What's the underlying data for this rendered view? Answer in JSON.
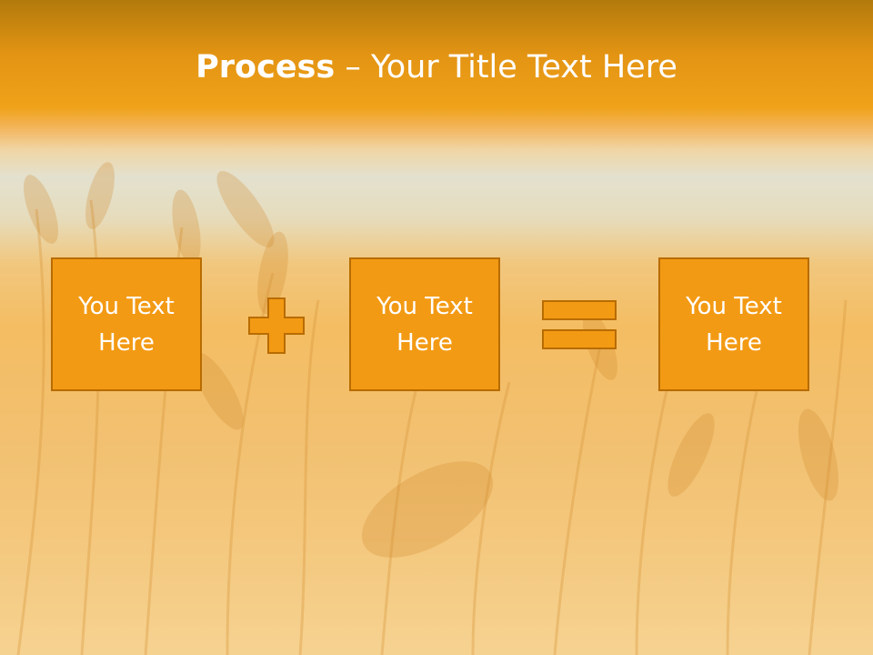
{
  "slide": {
    "title_bold": "Process",
    "title_rest": " – Your Title Text Here",
    "boxes": [
      {
        "label": "You Text Here"
      },
      {
        "label": "You Text Here"
      },
      {
        "label": "You Text Here"
      }
    ],
    "operators": [
      "plus",
      "equals"
    ]
  },
  "colors": {
    "header": "#e8960f",
    "box_fill": "#f39a14",
    "box_border": "#b86c00",
    "text": "#ffffff"
  }
}
